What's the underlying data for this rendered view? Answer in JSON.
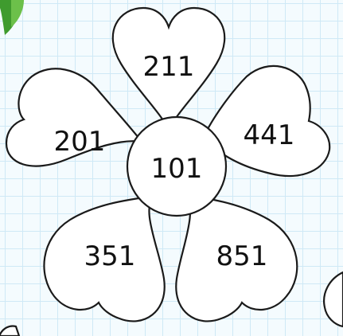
{
  "flower": {
    "center": "101",
    "petals": {
      "top": "211",
      "upper_left": "201",
      "upper_right": "441",
      "lower_left": "351",
      "lower_right": "851"
    }
  },
  "colors": {
    "grid_line": "#cfe9f6",
    "background": "#f4fbfe",
    "outline": "#1a1a1a",
    "leaf": "#3f9b2e"
  }
}
